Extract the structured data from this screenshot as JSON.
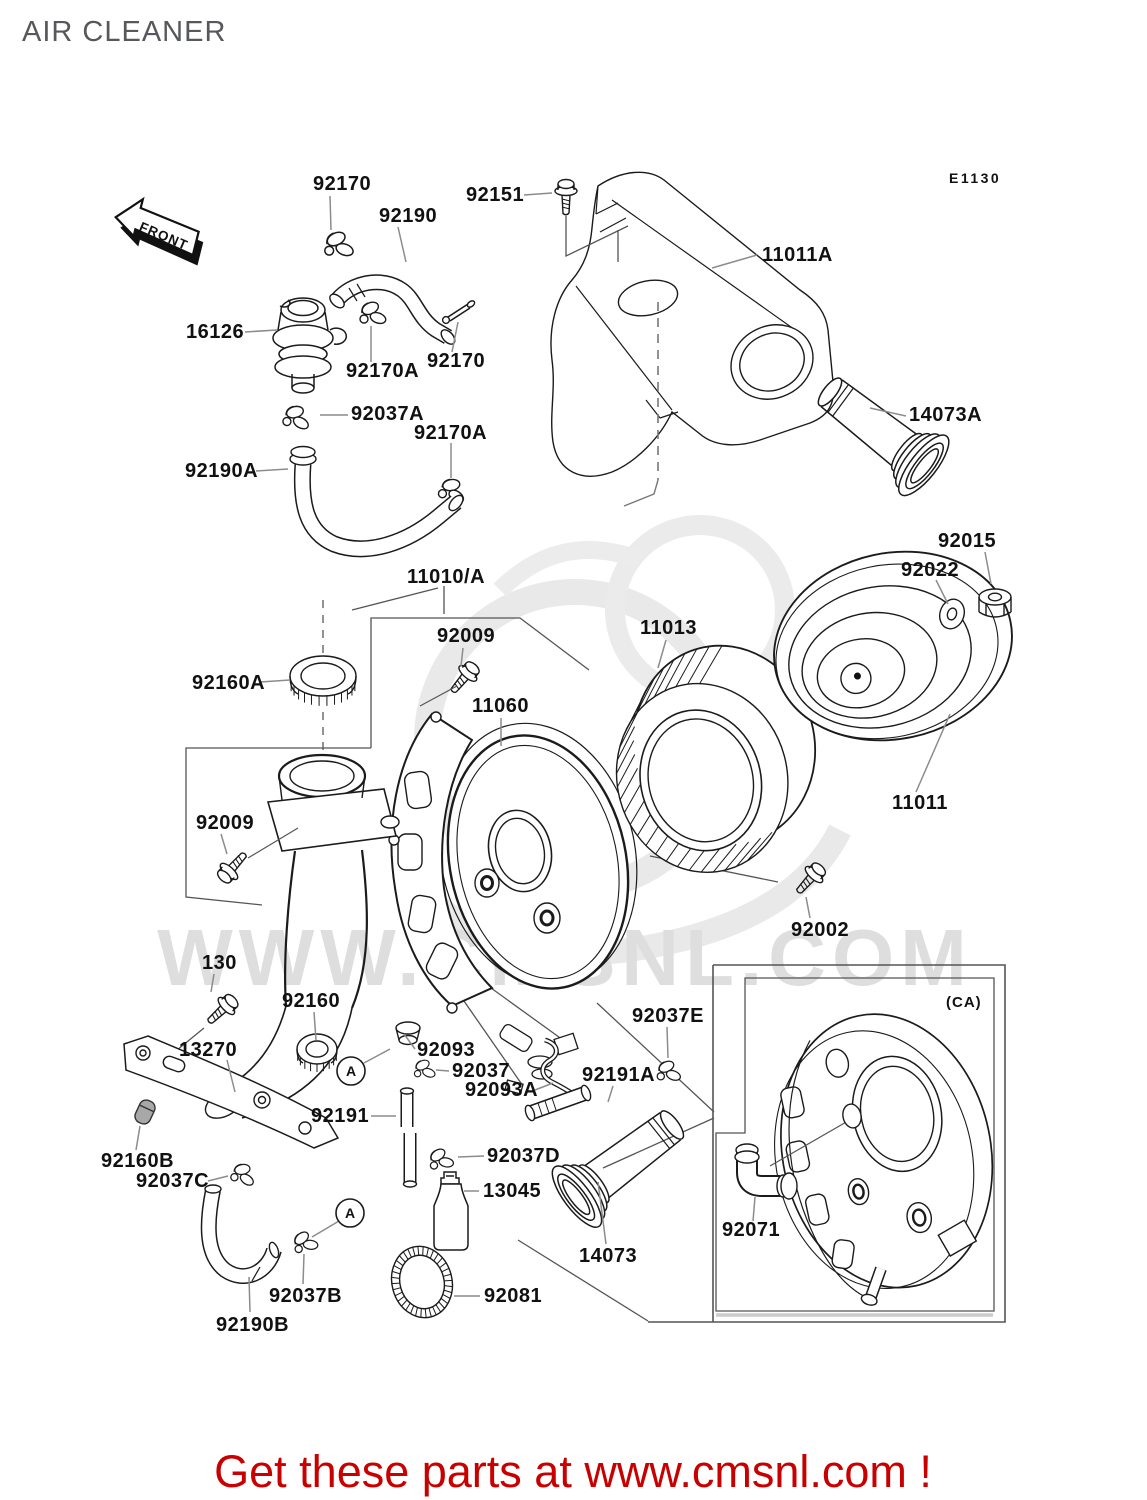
{
  "page": {
    "title": "AIR CLEANER",
    "diagram_code": "E1130",
    "front_marker": "FRONT",
    "watermark": "WWW.CMSNL.COM",
    "region_label": "(CA)",
    "detail_marker": "A",
    "banner_text": "Get these parts at www.cmsnl.com !"
  },
  "colors": {
    "background": "#ffffff",
    "line": "#1b1b1b",
    "label": "#111111",
    "leader": "#8c8c8c",
    "pointer": "#555555",
    "title": "#56585c",
    "watermark": "#dedede",
    "banner": "#c80000"
  },
  "parts": [
    {
      "label": "92170"
    },
    {
      "label": "92190"
    },
    {
      "label": "92151"
    },
    {
      "label": "11011A"
    },
    {
      "label": "16126"
    },
    {
      "label": "92170A"
    },
    {
      "label": "92170"
    },
    {
      "label": "92037A"
    },
    {
      "label": "92170A"
    },
    {
      "label": "92190A"
    },
    {
      "label": "14073A"
    },
    {
      "label": "92015"
    },
    {
      "label": "92022"
    },
    {
      "label": "11010/A"
    },
    {
      "label": "92009"
    },
    {
      "label": "11013"
    },
    {
      "label": "92160A"
    },
    {
      "label": "11060"
    },
    {
      "label": "11011"
    },
    {
      "label": "92009"
    },
    {
      "label": "92002"
    },
    {
      "label": "130"
    },
    {
      "label": "92160"
    },
    {
      "label": "13270"
    },
    {
      "label": "92093"
    },
    {
      "label": "92037"
    },
    {
      "label": "92093A"
    },
    {
      "label": "92191A"
    },
    {
      "label": "92037E"
    },
    {
      "label": "92191"
    },
    {
      "label": "92037D"
    },
    {
      "label": "13045"
    },
    {
      "label": "92160B"
    },
    {
      "label": "92037C"
    },
    {
      "label": "14073"
    },
    {
      "label": "92071"
    },
    {
      "label": "92037B"
    },
    {
      "label": "92190B"
    },
    {
      "label": "92081"
    }
  ]
}
